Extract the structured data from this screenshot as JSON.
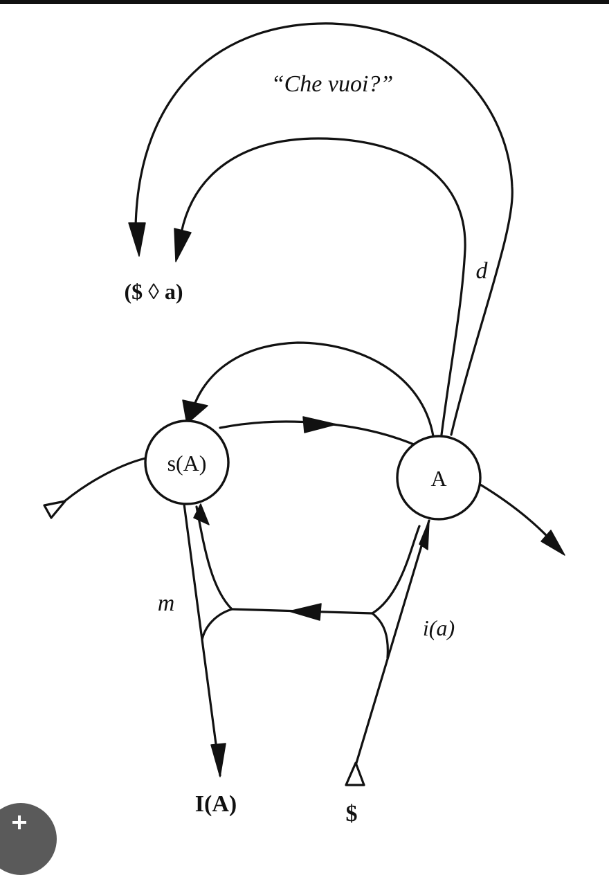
{
  "diagram": {
    "question_label": "“Che vuoi?”",
    "fantasy_formula": "($ ◊ a)",
    "node_signified": "s(A)",
    "node_other": "A",
    "label_drive": "d",
    "label_ego": "m",
    "label_image": "i(a)",
    "label_ego_ideal": "I(A)",
    "label_subject": "$"
  },
  "colors": {
    "ink": "#111111",
    "paper": "#ffffff",
    "badge": "#5a5a5a"
  },
  "icons": {
    "corner_badge": "plus-icon"
  }
}
